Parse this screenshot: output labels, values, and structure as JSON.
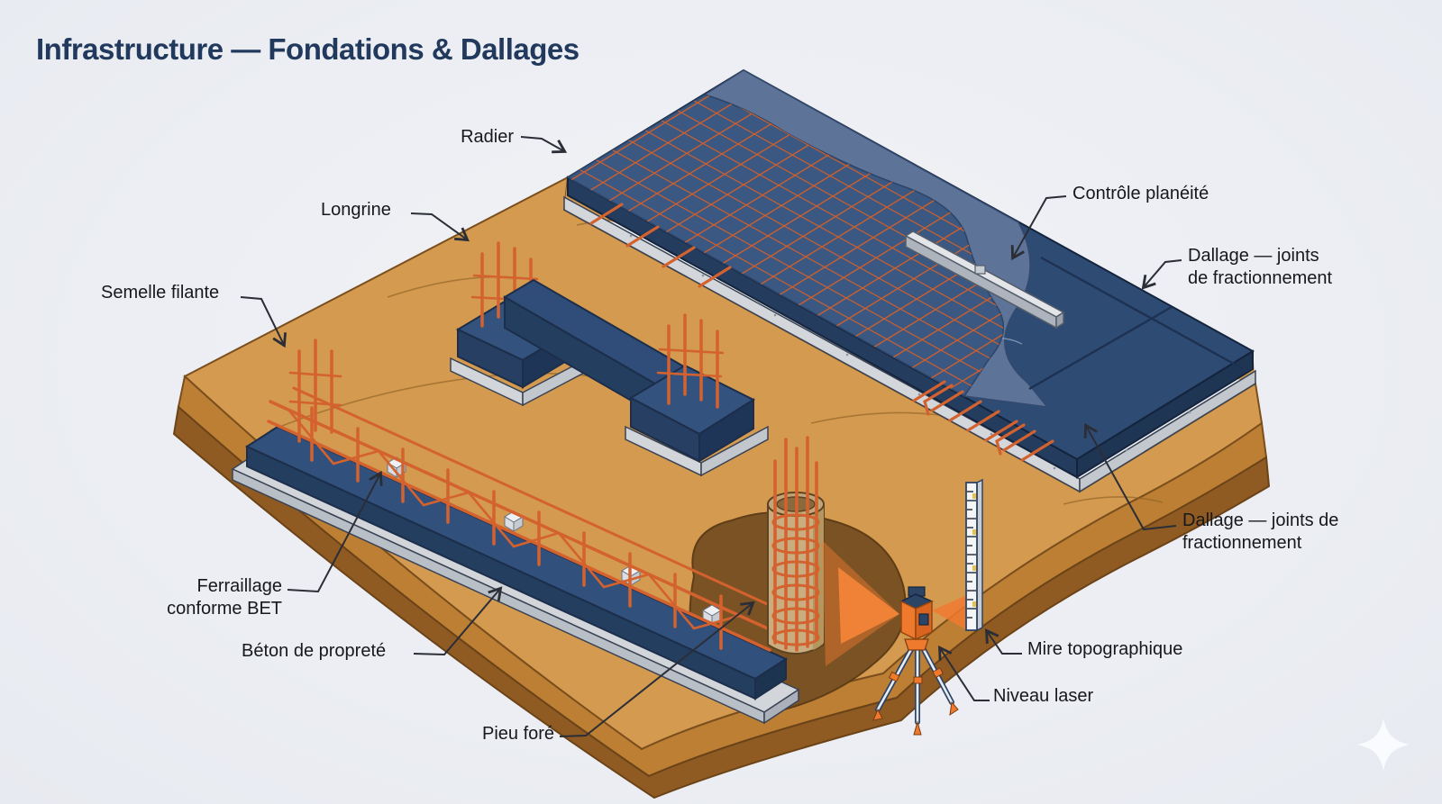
{
  "title": "Infrastructure — Fondations & Dallages",
  "labels": {
    "radier": "Radier",
    "longrine": "Longrine",
    "semelle_filante": "Semelle filante",
    "controle_planeite": "Contrôle planéité",
    "dallage_joints_right": "Dallage — joints\nde fractionnement",
    "dallage_joints_bottom": "Dallage — joints de\nfractionnement",
    "ferraillage_bet": "Ferraillage\nconforme BET",
    "beton_proprete": "Béton de propreté",
    "pieu_fore": "Pieu foré",
    "mire_topographique": "Mire topographique",
    "niveau_laser": "Niveau laser"
  },
  "colors": {
    "background": "#edeff4",
    "title_text": "#21395c",
    "label_text": "#17181c",
    "earth_top": "#d49a4f",
    "earth_side": "#bd7f33",
    "earth_shadow": "#8f5b22",
    "concrete_navy": "#2e4b74",
    "wet_concrete": "#5d7498",
    "rebar_orange": "#d4622f",
    "lean_concrete_gray": "#d2d5da",
    "laser_orange": "#f07a30"
  },
  "icons": {
    "watermark": "sparkle"
  }
}
